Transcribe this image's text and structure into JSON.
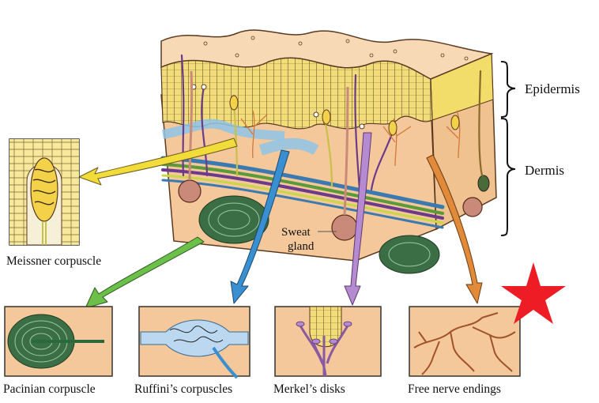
{
  "diagram": {
    "layers": {
      "epidermis": "Epidermis",
      "dermis": "Dermis"
    },
    "inner_label": {
      "line1": "Sweat",
      "line2": "gland"
    },
    "receptors": {
      "meissner": "Meissner corpuscle",
      "pacinian": "Pacinian corpuscle",
      "ruffini": "Ruffini’s corpuscles",
      "merkel": "Merkel’s disks",
      "free": "Free nerve endings"
    },
    "arrow_colors": {
      "meissner": "#f2dc3a",
      "pacinian": "#6cc04a",
      "ruffini": "#3a8fd0",
      "merkel": "#b58ad0",
      "free": "#e08a3a"
    },
    "marker": {
      "shape": "star-icon",
      "color": "#ee1c24"
    }
  }
}
